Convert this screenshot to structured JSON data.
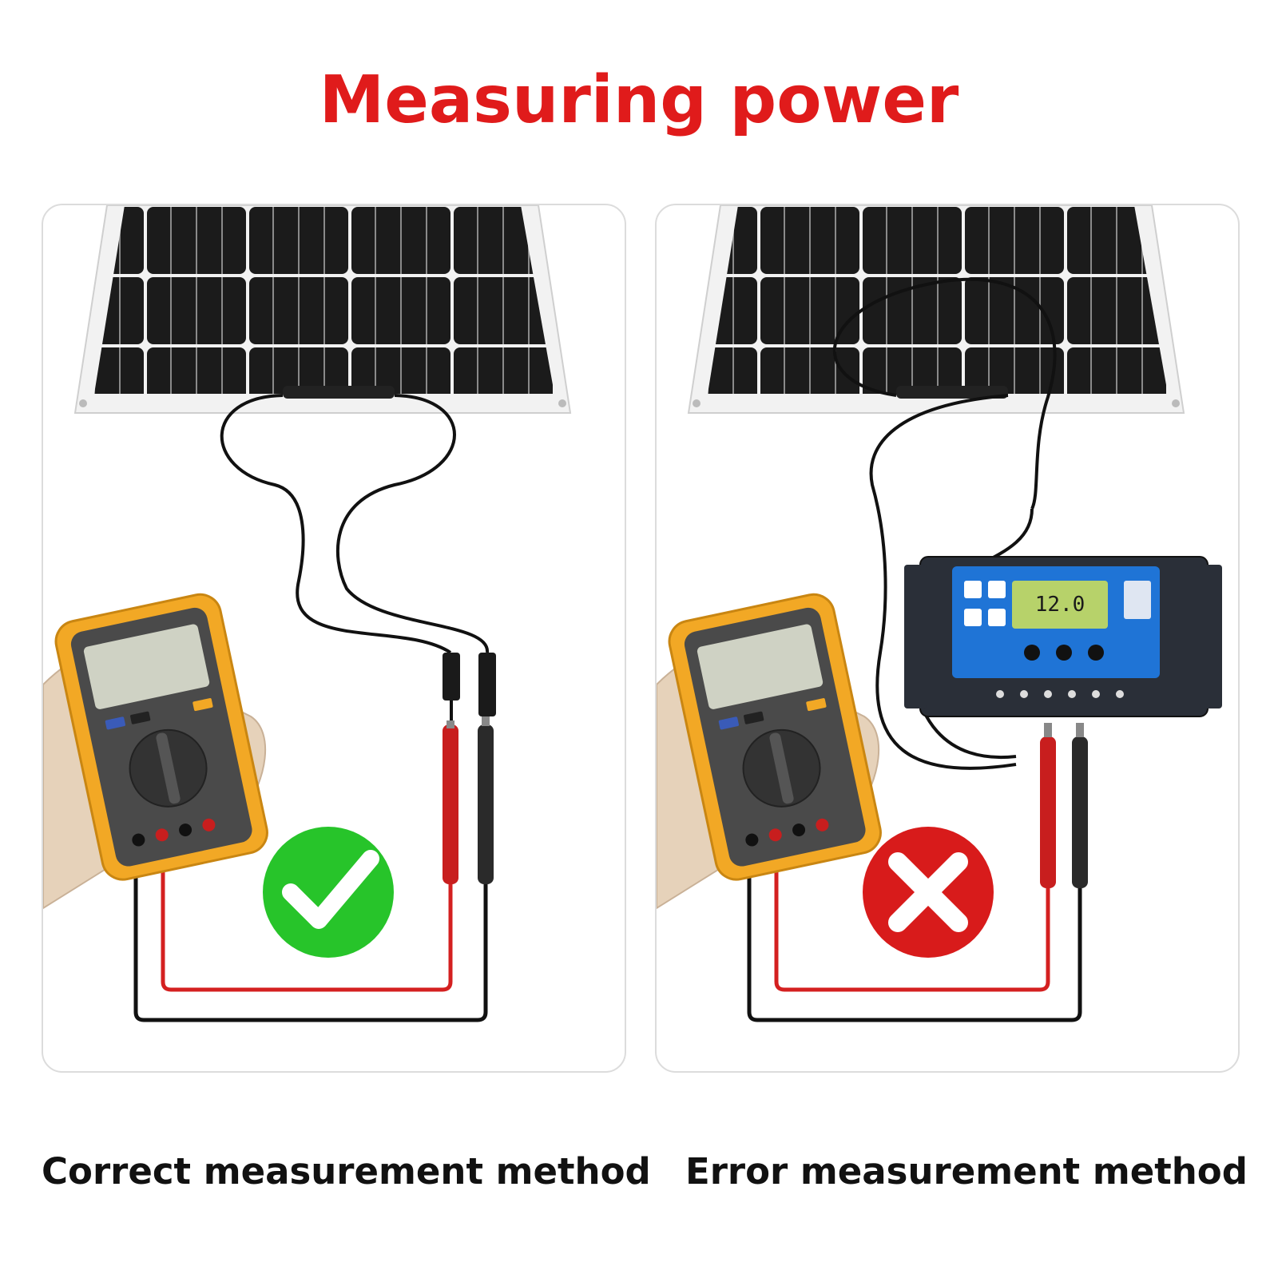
{
  "title": "Measuring power",
  "panels": {
    "left": {
      "caption": "Correct measurement method",
      "status_icon": "green-checkmark-icon",
      "status_color": "#27c42a"
    },
    "right": {
      "caption": "Error measurement method",
      "status_icon": "red-cross-icon",
      "status_color": "#d81b1b",
      "controller_lcd": "12.0"
    }
  },
  "colors": {
    "title": "#e01b1b",
    "probe_red": "#d42020",
    "probe_black": "#1a1a1a",
    "meter_body": "#f2a825",
    "controller_face": "#1f74d6",
    "panel_cell": "#1c1c1c"
  }
}
